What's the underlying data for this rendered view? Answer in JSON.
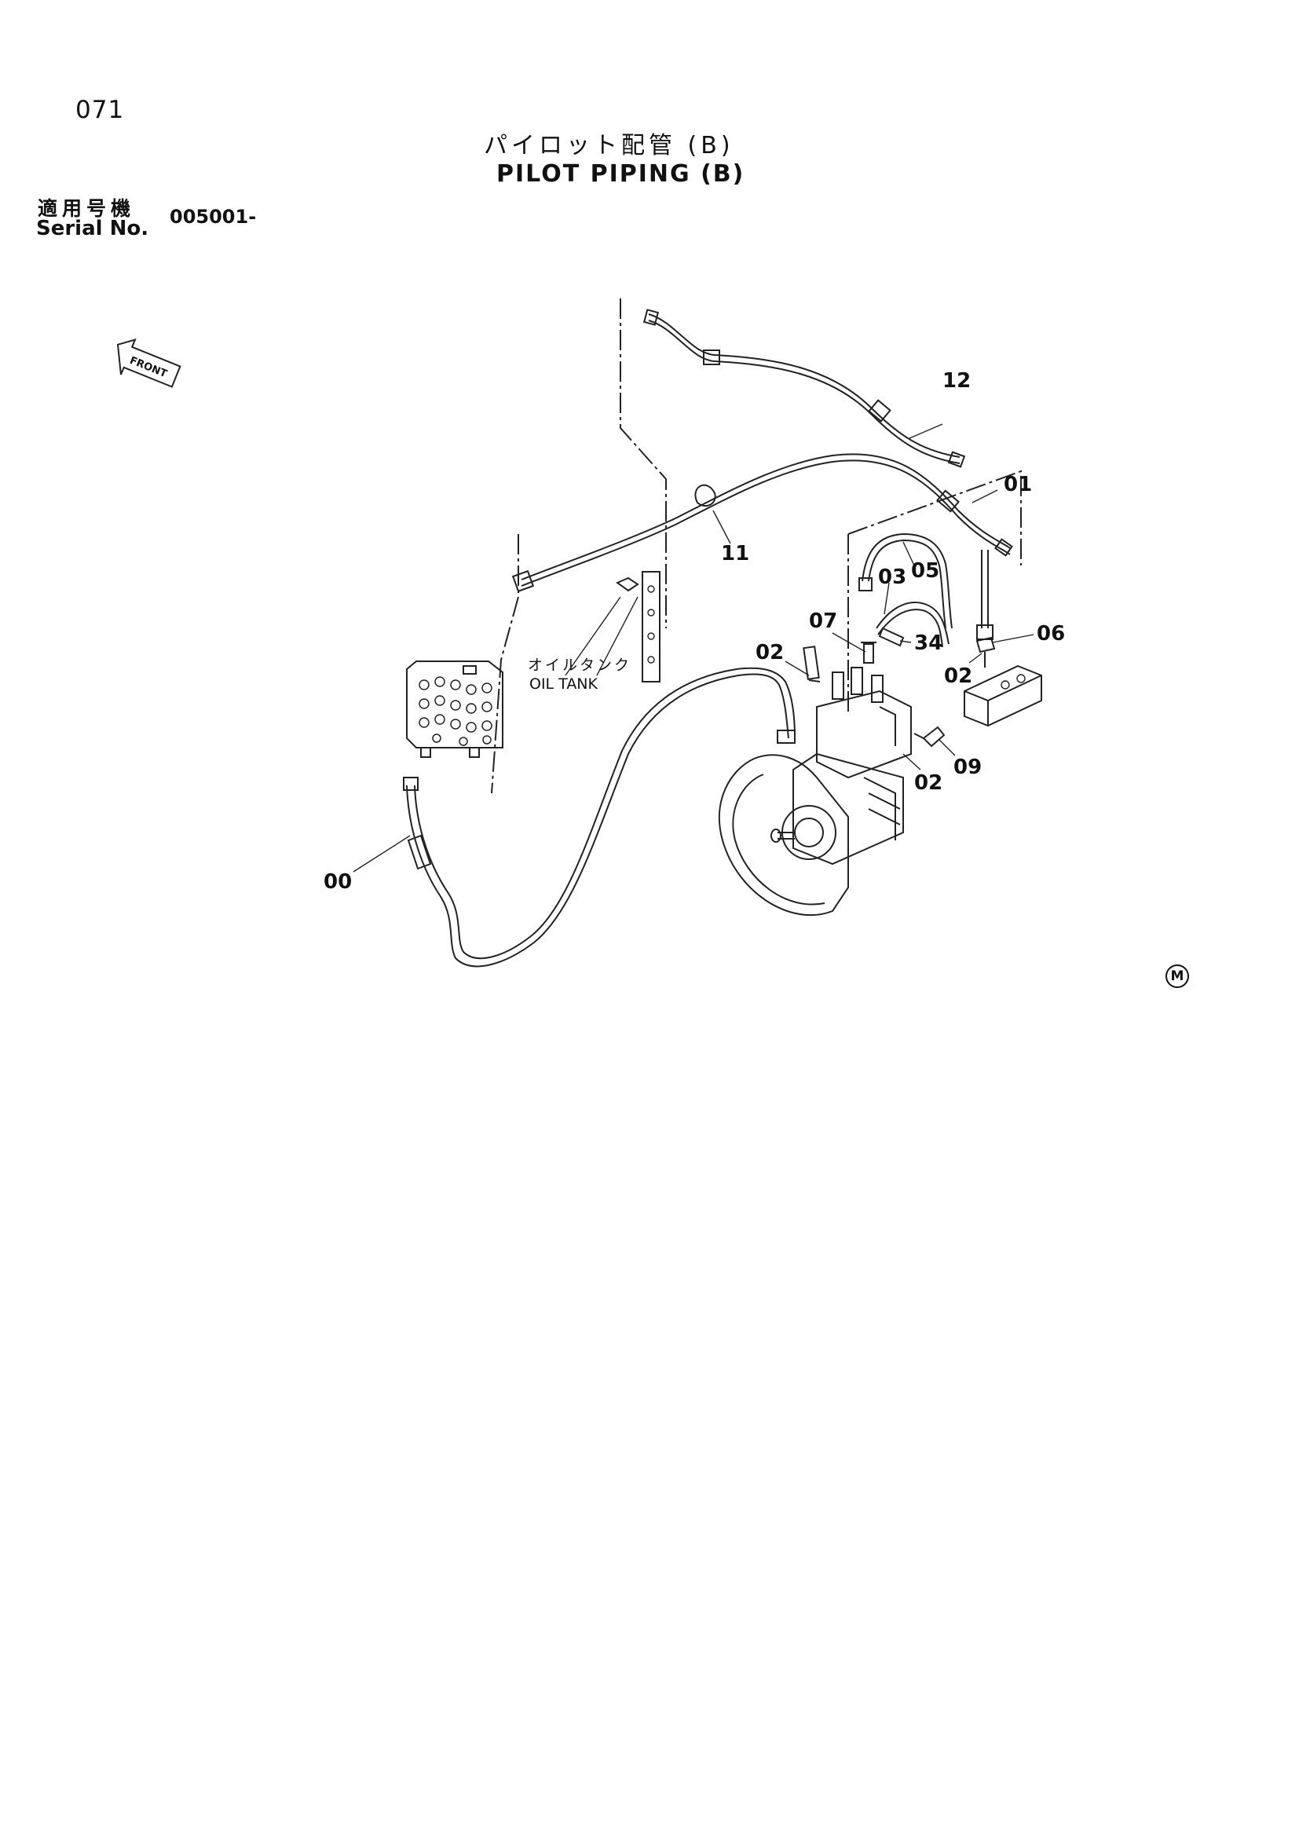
{
  "header": {
    "page_number": "071",
    "title_jp": "パイロット配管 (B)",
    "title_en": "PILOT PIPING (B)",
    "serial_label_jp": "適用号機",
    "serial_label_en": "Serial No.",
    "serial_value": "005001-"
  },
  "front_label": "FRONT",
  "callouts": {
    "c12": "12",
    "c01": "01",
    "c11": "11",
    "c05": "05",
    "c03": "03",
    "c07": "07",
    "c34": "34",
    "c06": "06",
    "c02a": "02",
    "c02b": "02",
    "c02c": "02",
    "c09": "09",
    "c00": "00"
  },
  "oil_tank": {
    "jp": "オイルタンク",
    "en": "OIL TANK"
  },
  "mark": "M"
}
